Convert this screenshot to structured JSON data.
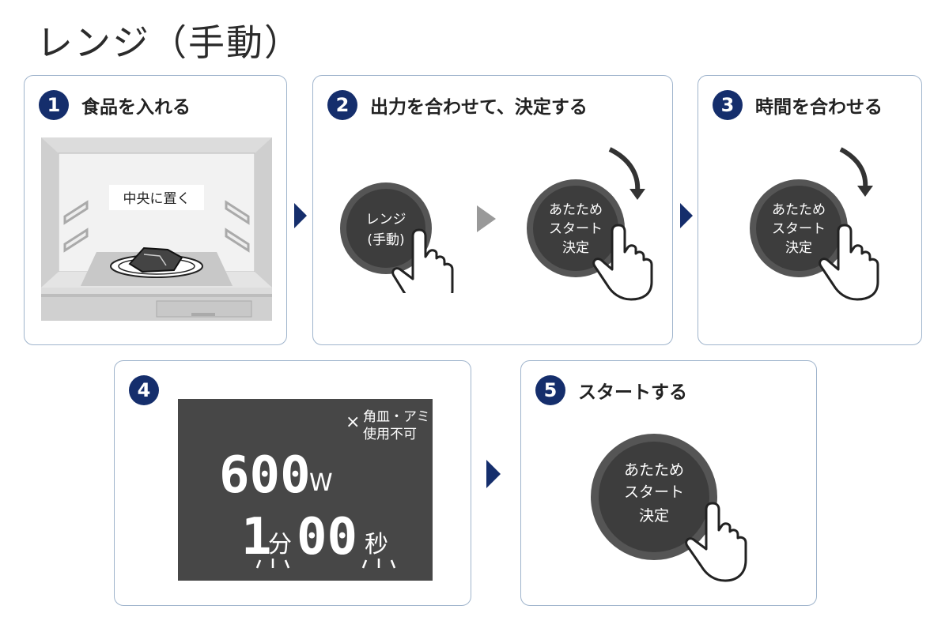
{
  "title": "レンジ（手動）",
  "steps": [
    {
      "num": "1",
      "title": "食品を入れる",
      "oven_label": "中央に置く"
    },
    {
      "num": "2",
      "title": "出力を合わせて、決定する",
      "knob_a": {
        "line1": "レンジ",
        "line2": "(手動)"
      },
      "knob_b": {
        "line1": "あたため",
        "line2": "スタート",
        "line3": "決定"
      }
    },
    {
      "num": "3",
      "title": "時間を合わせる",
      "knob": {
        "line1": "あたため",
        "line2": "スタート",
        "line3": "決定"
      }
    },
    {
      "num": "4",
      "display": {
        "warn_mark": "×",
        "warn_line1": "角皿・アミ",
        "warn_line2": "使用不可",
        "power_value": "600",
        "power_unit": "W",
        "minutes": "1",
        "minutes_unit": "分",
        "seconds": "00",
        "seconds_unit": "秒"
      }
    },
    {
      "num": "5",
      "title": "スタートする",
      "knob": {
        "line1": "あたため",
        "line2": "スタート",
        "line3": "決定"
      }
    }
  ],
  "colors": {
    "accent": "#152e6c",
    "card_border": "#9fb4cc",
    "lcd": "#474747",
    "knob": "#3d3d3d"
  }
}
